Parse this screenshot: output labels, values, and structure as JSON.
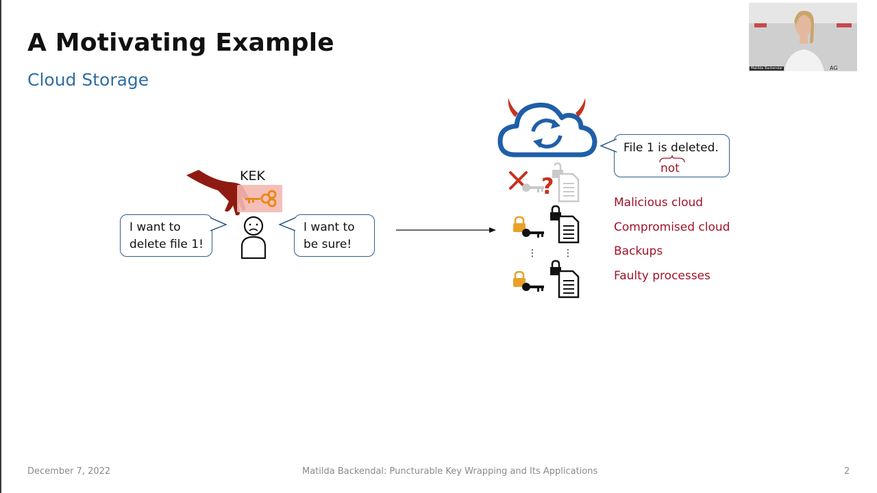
{
  "slide": {
    "title": "A Motivating Example",
    "subtitle": "Cloud Storage",
    "kek_label": "KEK",
    "bubble_left": "I want to\ndelete file 1!",
    "bubble_right": "I want to\nbe sure!",
    "cloud_bubble": "File 1 is deleted.",
    "cloud_bubble_correction": "not",
    "reasons": [
      "Malicious cloud",
      "Compromised cloud",
      "Backups",
      "Faulty processes"
    ],
    "vertical_dots": "⋮"
  },
  "footer": {
    "date": "December 7, 2022",
    "center": "Matilda Backendal: Puncturable Key Wrapping and Its Applications",
    "page": "2"
  },
  "video": {
    "name_label": "Matilda Backendal"
  },
  "colors": {
    "title": "#111111",
    "subtitle": "#2e6da4",
    "bubble_border": "#2f5d8a",
    "cloud_blue": "#1f5fa8",
    "devil_red": "#c8321e",
    "reason_red": "#a1122a",
    "key_orange": "#e8891a",
    "hand_red": "#8f1a12"
  },
  "icons": [
    "cloud-sync-icon",
    "devil-horn-icon",
    "hand-icon",
    "key-icon",
    "person-icon",
    "lock-icon",
    "document-icon",
    "cross-icon",
    "question-icon",
    "arrow-icon"
  ]
}
